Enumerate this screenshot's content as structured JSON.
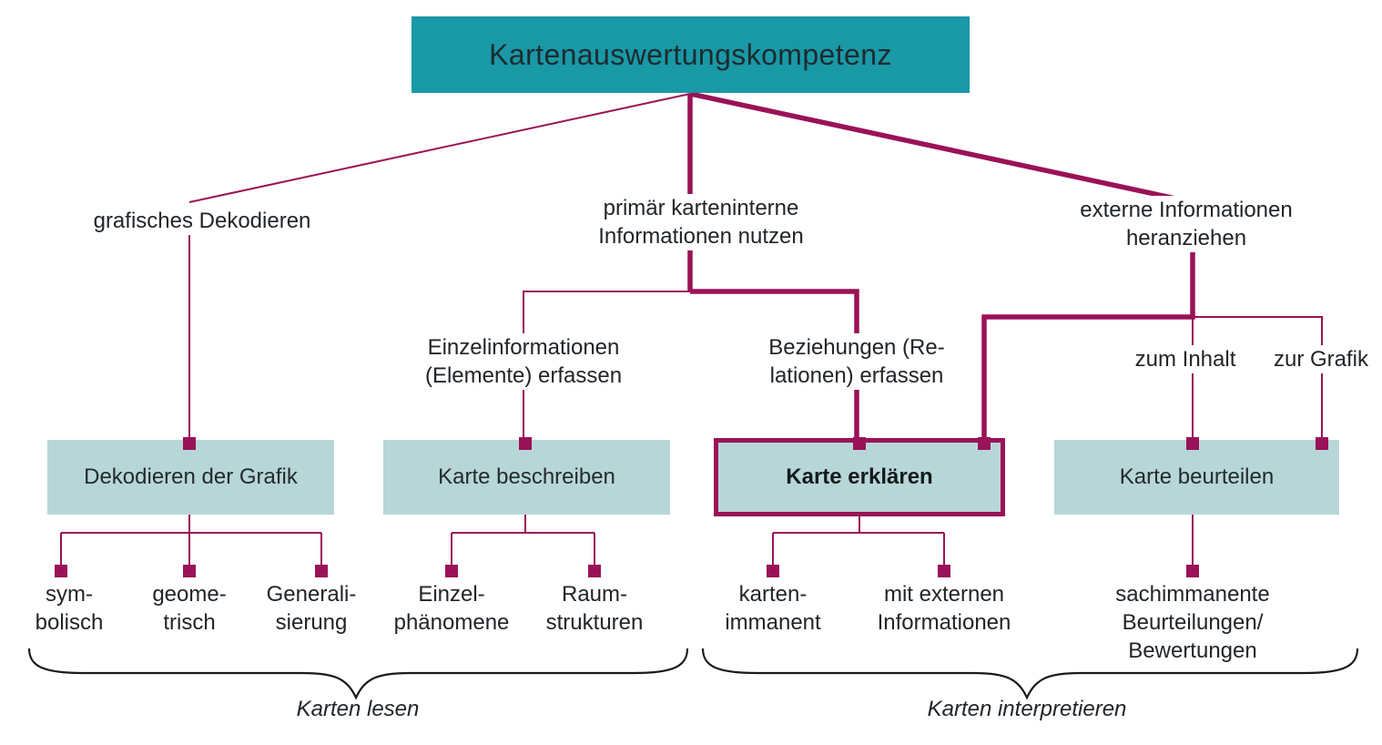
{
  "colors": {
    "header_teal": "#1998a6",
    "box_teal": "#b7d6d8",
    "line_magenta": "#9a1257",
    "text_dark": "#212529",
    "brace_black": "#1a1a1a"
  },
  "title": "Kartenauswertungskompetenz",
  "level1": {
    "left": "grafisches Dekodieren",
    "middle": [
      "primär karteninterne",
      "Informationen nutzen"
    ],
    "right": [
      "externe Informationen",
      "heranziehen"
    ]
  },
  "level2": {
    "einzelinformationen": [
      "Einzelinformationen",
      "(Elemente) erfassen"
    ],
    "beziehungen": [
      "Beziehungen (Re-",
      "lationen) erfassen"
    ],
    "zum_inhalt": "zum Inhalt",
    "zur_grafik": "zur Grafik"
  },
  "boxes": {
    "dekodieren_grafik": "Dekodieren der Grafik",
    "karte_beschreiben": "Karte beschreiben",
    "karte_erklaeren": "Karte erklären",
    "karte_beurteilen": "Karte beurteilen"
  },
  "leaves": {
    "symbolisch": [
      "sym-",
      "bolisch"
    ],
    "geometrisch": [
      "geome-",
      "trisch"
    ],
    "generalisierung": [
      "Generali-",
      "sierung"
    ],
    "einzelphaenomene": [
      "Einzel-",
      "phänomene"
    ],
    "raumstrukturen": [
      "Raum-",
      "strukturen"
    ],
    "kartenimmanent": [
      "karten-",
      "immanent"
    ],
    "mit_externen": [
      "mit externen",
      "Informationen"
    ],
    "sachimmanente": [
      "sachimmanente",
      "Beurteilungen/",
      "Bewertungen"
    ]
  },
  "braces": {
    "left": "Karten lesen",
    "right": "Karten interpretieren"
  }
}
